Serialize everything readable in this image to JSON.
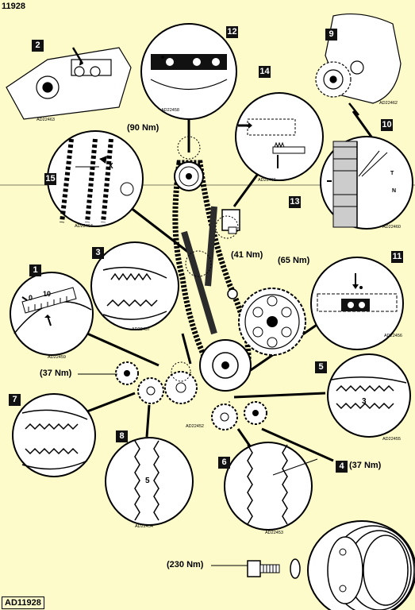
{
  "header": {
    "doc_number": "11928",
    "footer_tag": "AD11928"
  },
  "callouts": [
    "1",
    "2",
    "3",
    "4",
    "5",
    "6",
    "7",
    "8",
    "9",
    "10",
    "11",
    "12",
    "13",
    "14",
    "15"
  ],
  "torques": {
    "t90": "(90 Nm)",
    "t41": "(41 Nm)",
    "t65": "(65 Nm)",
    "t37a": "(37 Nm)",
    "t37b": "(37 Nm)",
    "t230": "(230 Nm)"
  },
  "detail_codes": {
    "d2": "AD22463",
    "d12": "AD22458",
    "d9": "AD22462",
    "d14": "AD22461",
    "d10": "AD22460",
    "d15": "AD22464",
    "d3": "AD22457",
    "d1": "AD22459",
    "d11": "AD22456",
    "d5": "AD22455",
    "main": "AD22452",
    "d8": "AD22454",
    "d6": "AD22453"
  },
  "detail_marks": {
    "scale_0": "0",
    "scale_10": "10",
    "x_mark": "X",
    "t_mark": "T",
    "n_mark": "N",
    "mark_3": "3",
    "mark_5": "5"
  },
  "colors": {
    "background": "#fdfbc9",
    "ink": "#000000",
    "belt_dark": "#2b2b2b",
    "badge": "#111111"
  }
}
